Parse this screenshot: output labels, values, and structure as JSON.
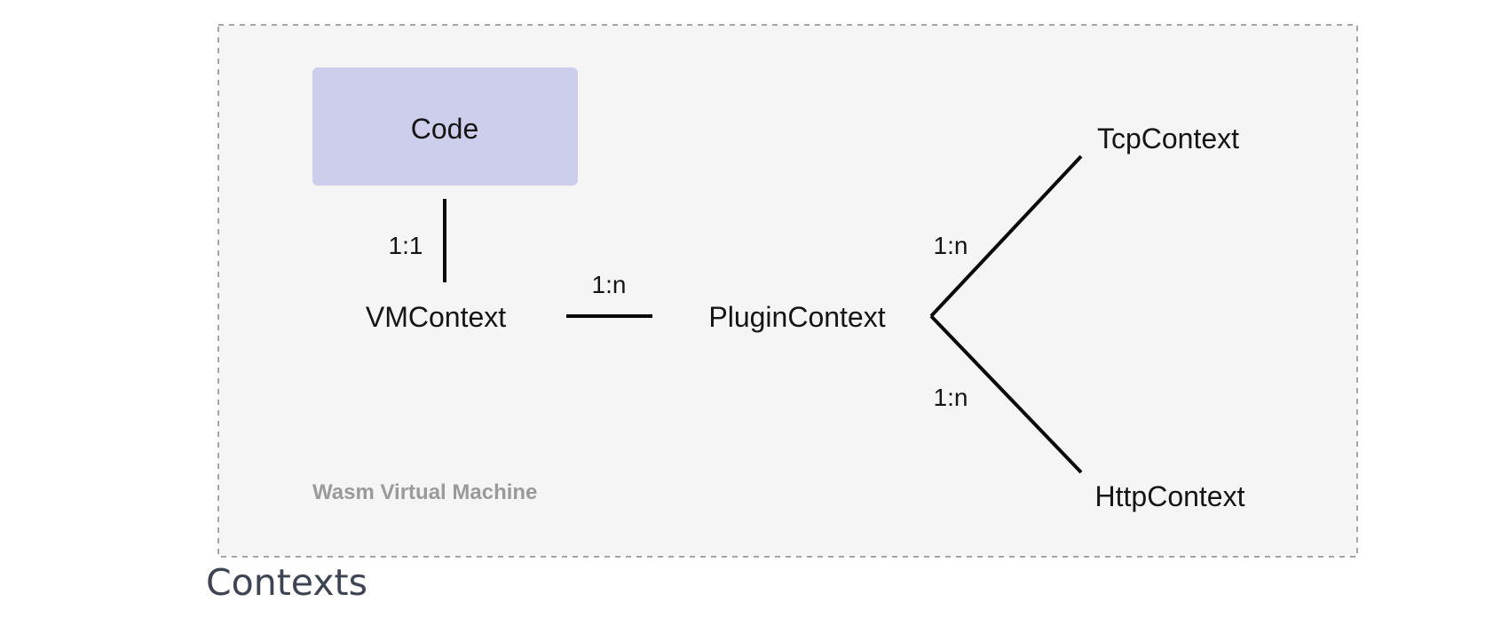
{
  "diagram": {
    "container_label": "Wasm Virtual Machine",
    "nodes": {
      "code": "Code",
      "vm_context": "VMContext",
      "plugin_context": "PluginContext",
      "tcp_context": "TcpContext",
      "http_context": "HttpContext"
    },
    "edges": {
      "code_vm": "1:1",
      "vm_plugin": "1:n",
      "plugin_tcp": "1:n",
      "plugin_http": "1:n"
    },
    "colors": {
      "container_bg": "#f5f5f5",
      "container_border": "#8a8a8a",
      "code_box": "#cdcdec",
      "line": "#0a0a0a",
      "text": "#151515",
      "container_label": "#9a9a9a"
    }
  },
  "caption": "Contexts"
}
